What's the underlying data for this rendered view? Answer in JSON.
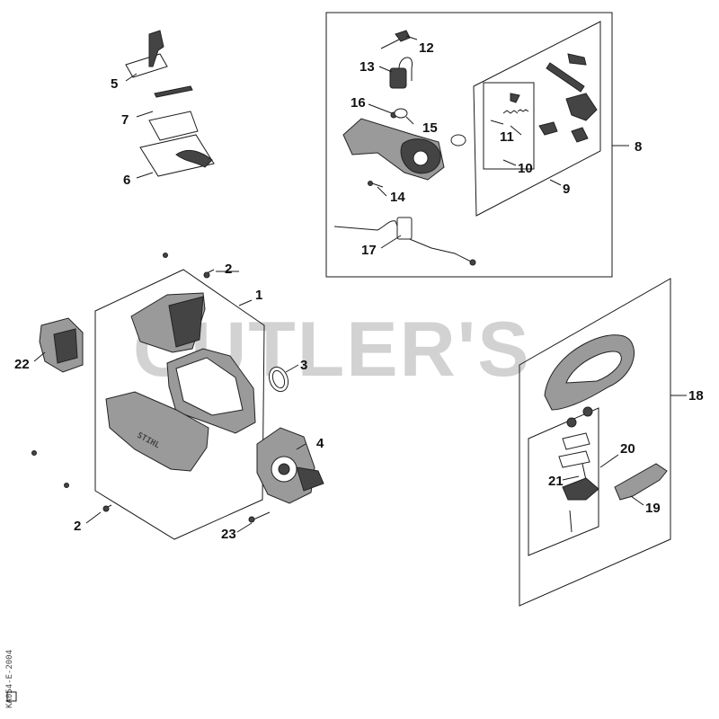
{
  "watermark": "CUTLER'S",
  "side_code": "KA054-E-2004",
  "logo_text": "STIHL",
  "part_numbers": {
    "n1": "1",
    "n2a": "2",
    "n2b": "2",
    "n3": "3",
    "n4": "4",
    "n5": "5",
    "n6": "6",
    "n7": "7",
    "n8": "8",
    "n9": "9",
    "n10": "10",
    "n11": "11",
    "n12": "12",
    "n13": "13",
    "n14": "14",
    "n15": "15",
    "n16": "16",
    "n17": "17",
    "n18": "18",
    "n19": "19",
    "n20": "20",
    "n21": "21",
    "n22": "22",
    "n23": "23"
  }
}
